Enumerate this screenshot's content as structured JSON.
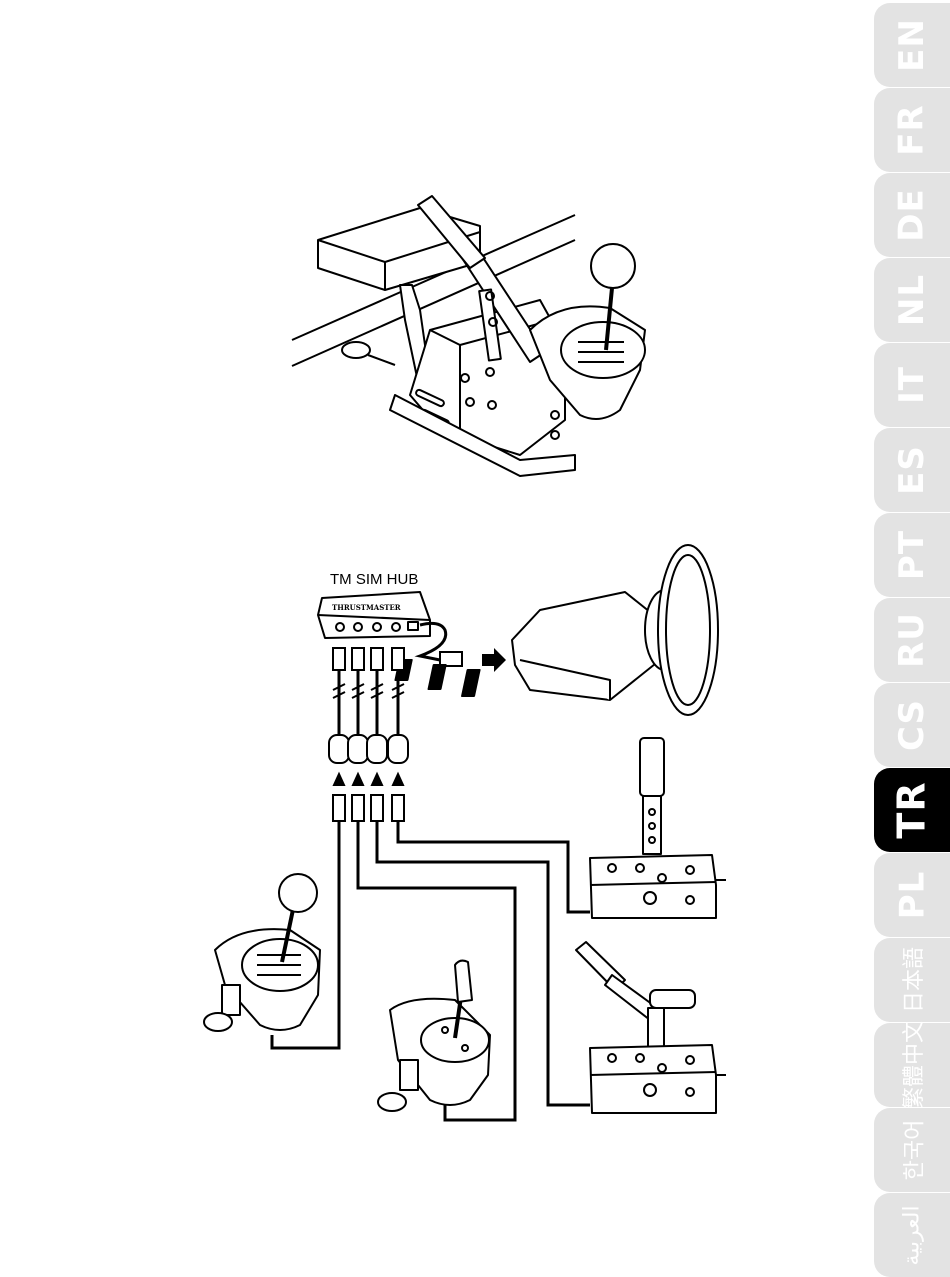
{
  "hub": {
    "title": "TM SIM HUB",
    "brand": "THRUSTMASTER"
  },
  "languages": [
    {
      "code": "EN",
      "active": false
    },
    {
      "code": "FR",
      "active": false
    },
    {
      "code": "DE",
      "active": false
    },
    {
      "code": "NL",
      "active": false
    },
    {
      "code": "IT",
      "active": false
    },
    {
      "code": "ES",
      "active": false
    },
    {
      "code": "PT",
      "active": false
    },
    {
      "code": "RU",
      "active": false
    },
    {
      "code": "CS",
      "active": false
    },
    {
      "code": "TR",
      "active": true
    },
    {
      "code": "PL",
      "active": false
    },
    {
      "code": "日本語",
      "active": false
    },
    {
      "code": "繁體中文",
      "active": false
    },
    {
      "code": "한국어",
      "active": false
    },
    {
      "code": "العربية",
      "active": false
    }
  ],
  "colors": {
    "tab_inactive": "#e3e3e3",
    "tab_active": "#000000",
    "tab_text": "#ffffff",
    "line": "#000000"
  }
}
